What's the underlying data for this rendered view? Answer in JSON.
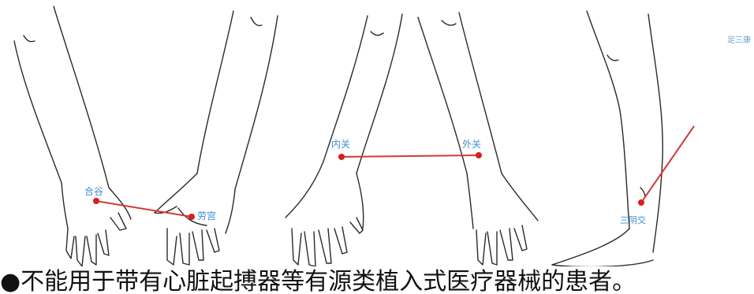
{
  "labels": {
    "hegu": "合谷",
    "laogong": "劳宫",
    "neiguan": "内关",
    "waiguan": "外关",
    "sanyinjiao": "三阴交",
    "zusanli": "足三康"
  },
  "caption": "●不能用于带有心脏起搏器等有源类植入式医疗器械的患者。",
  "colors": {
    "outline": "#2a2a2a",
    "line": "#d23a3a",
    "point": "#d81e1e",
    "label": "#3f8fd0"
  }
}
